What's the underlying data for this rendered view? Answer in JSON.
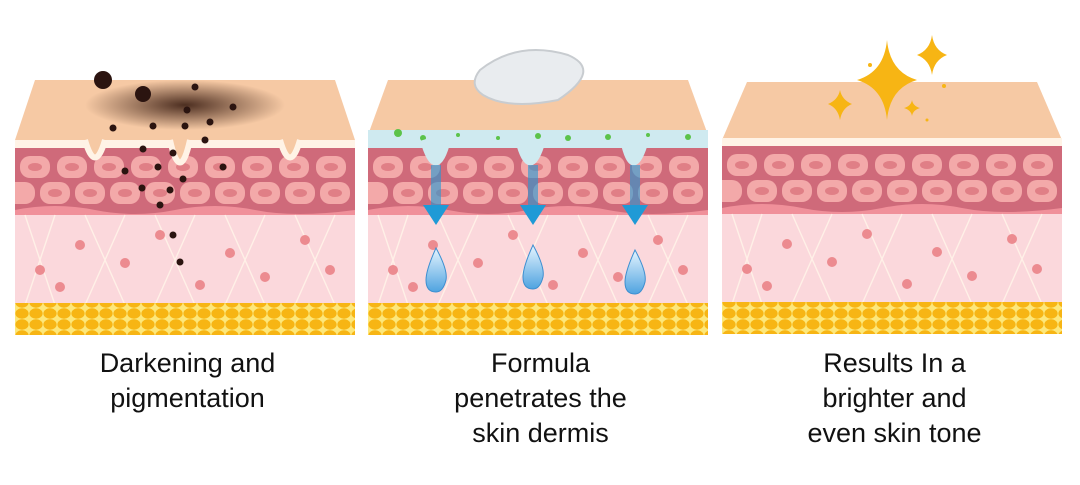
{
  "panels": [
    {
      "id": "before",
      "caption_lines": [
        "Darkening and",
        "pigmentation"
      ]
    },
    {
      "id": "during",
      "caption_lines": [
        "Formula",
        "penetrates the",
        "skin dermis"
      ]
    },
    {
      "id": "after",
      "caption_lines": [
        "Results In a",
        "brighter and",
        "even skin tone"
      ]
    }
  ],
  "colors": {
    "skin_surface": "#f6c9a4",
    "epidermis": "#cf6a7a",
    "cell": "#f3a9a9",
    "cell_nucleus": "#e07f86",
    "dermis": "#fbd8dc",
    "fat": "#f7b514",
    "pigment": "#2b1410",
    "arrow": "#1f9ad6",
    "sparkle": "#f7b514"
  }
}
